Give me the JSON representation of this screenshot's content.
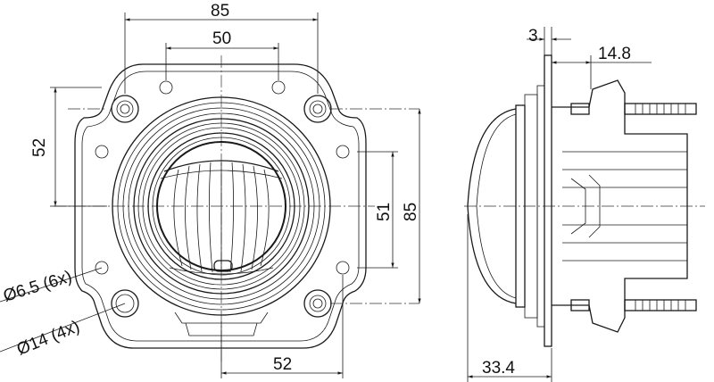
{
  "drawing": {
    "front_view": {
      "width_overall": "85",
      "hole_spacing_top": "50",
      "height_left": "52",
      "height_inner_right": "51",
      "height_overall_right": "85",
      "hole_spacing_bottom": "52",
      "small_hole_callout": "Ø6.5 (6x)",
      "large_hole_callout": "Ø14 (4x)"
    },
    "side_view": {
      "flange_thickness": "3",
      "stud_offset": "14.8",
      "depth_overall": "33.4"
    }
  }
}
